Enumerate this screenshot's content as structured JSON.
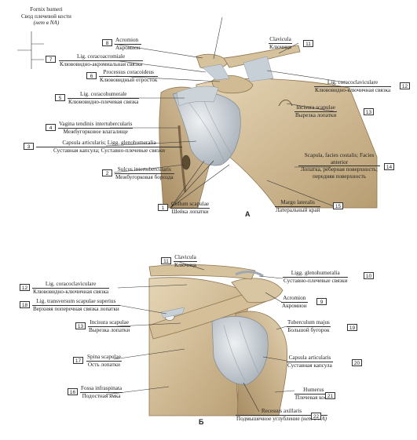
{
  "colors": {
    "bone": "#d9c7a5",
    "bone_shade": "#b89d72",
    "bone_dark": "#8f7651",
    "ligament": "#cfd6dc",
    "ligament_shade": "#9ea8b2",
    "capsule": "#d7dde2",
    "line": "#333333"
  },
  "figure_a": {
    "panel_label": "А",
    "fornix": {
      "latin": "Fornix humeri",
      "russian": "Свод плечевой кости",
      "note": "(нет в NA)"
    },
    "labels": [
      {
        "num": "8",
        "latin": "Acromion",
        "russian": "Акромион"
      },
      {
        "num": "7",
        "latin": "Lig. coracoacromiale",
        "russian": "Клювовидно-акромиальная связка"
      },
      {
        "num": "6",
        "latin": "Processus coracoideus",
        "russian": "Клювовидный отросток"
      },
      {
        "num": "5",
        "latin": "Lig. coracohumerale",
        "russian": "Клювовидно-плечевая связка"
      },
      {
        "num": "4",
        "latin": "Vagina tendinis intertubercularis",
        "russian": "Межбугорковое влагалище"
      },
      {
        "num": "3",
        "latin": "Capsula articularis; Ligg. glenohumeralia",
        "russian": "Суставная капсула; Суставно-плечевые связки"
      },
      {
        "num": "2",
        "latin": "Sulcus intertubercularis",
        "russian": "Межбугорковая борозда"
      },
      {
        "num": "1",
        "latin": "Collum scapulae",
        "russian": "Шейка лопатки"
      },
      {
        "num": "11",
        "latin": "Clavicula",
        "russian": "Ключица"
      },
      {
        "num": "12",
        "latin": "Lig. coracoclaviculare",
        "russian": "Клювовидно-ключичная связка"
      },
      {
        "num": "13",
        "latin": "Incisura scapulae",
        "russian": "Вырезка лопатки"
      },
      {
        "num": "14",
        "latin": "Scapula, facies costalis; Facies anterior",
        "russian": "Лопатка, реберная поверхность; передняя поверхность"
      },
      {
        "num": "15",
        "latin": "Margo lateralis",
        "russian": "Латеральный край"
      }
    ]
  },
  "figure_b": {
    "panel_label": "Б",
    "labels": [
      {
        "num": "11",
        "latin": "Clavicula",
        "russian": "Ключица"
      },
      {
        "num": "10",
        "latin": "Ligg. glenohumeralia",
        "russian": "Суставно-плечевые связки"
      },
      {
        "num": "12",
        "latin": "Lig. coracoclaviculare",
        "russian": "Клювовидно-ключичная связка"
      },
      {
        "num": "18",
        "latin": "Lig. transversum scapulae superius",
        "russian": "Верхняя поперечная связка лопатки"
      },
      {
        "num": "9",
        "latin": "Acromion",
        "russian": "Акромион"
      },
      {
        "num": "13",
        "latin": "Incisura scapulae",
        "russian": "Вырезка лопатки"
      },
      {
        "num": "19",
        "latin": "Tuberculum majus",
        "russian": "Большой бугорок"
      },
      {
        "num": "17",
        "latin": "Spina scapulae",
        "russian": "Ость лопатки"
      },
      {
        "num": "20",
        "latin": "Capsula articularis",
        "russian": "Суставная капсула"
      },
      {
        "num": "21",
        "latin": "Humerus",
        "russian": "Плечевая кость"
      },
      {
        "num": "16",
        "latin": "Fossa infraspinata",
        "russian": "Подостная ямка"
      },
      {
        "num": "22",
        "latin": "Recessus axillaris",
        "russian": "Подмышечное углубление",
        "note": "(нет в NA)"
      }
    ]
  }
}
